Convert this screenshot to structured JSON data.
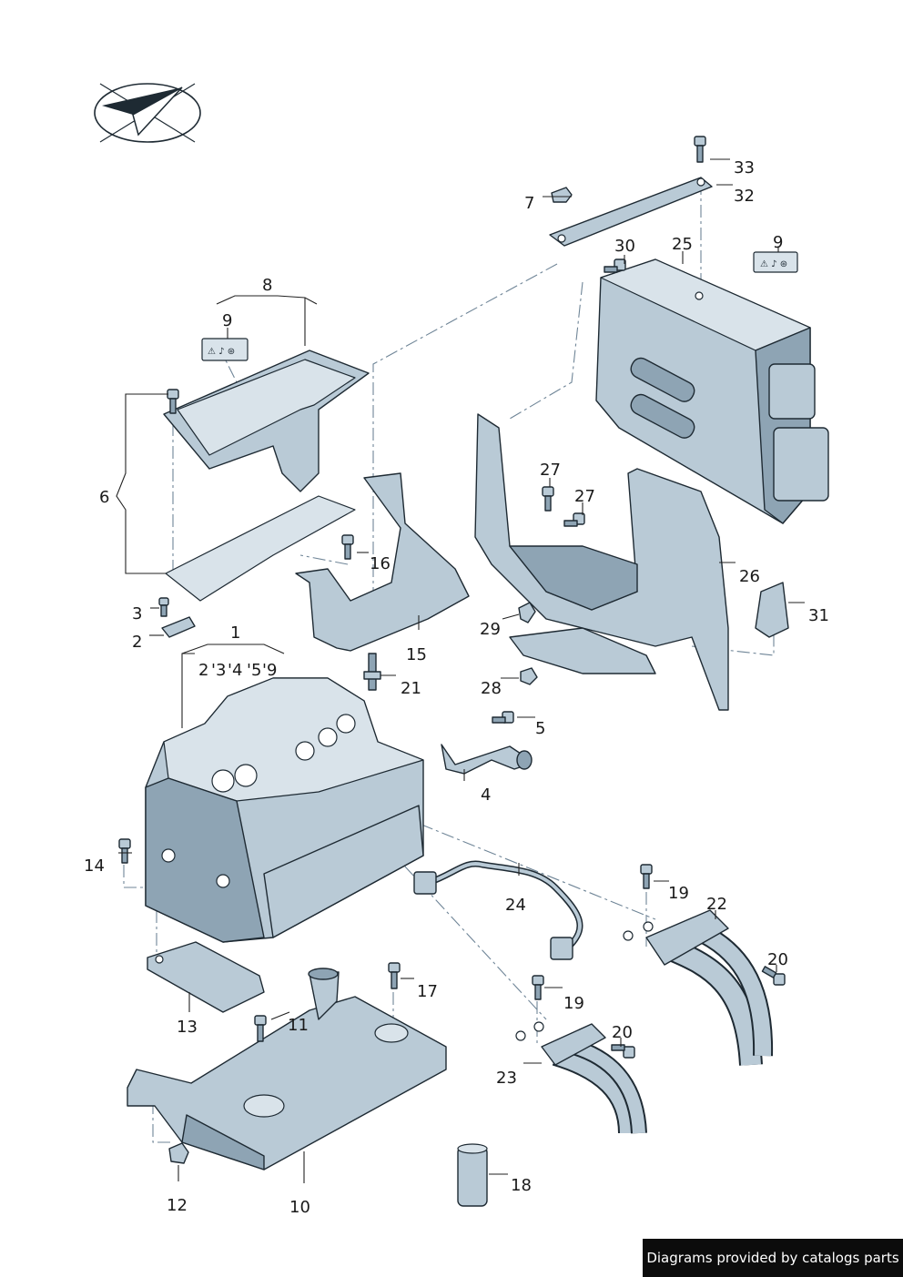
{
  "footer_text": "Diagrams provided by catalogs parts",
  "orientation_icon": "direction-arrow-icon",
  "callouts": {
    "c1": "1",
    "c2a": "2",
    "c2b": "2",
    "c3a": "3",
    "c3b": "'3",
    "c4a": "'4",
    "c4b": "4",
    "c5a": "'5",
    "c5b": "5",
    "c6": "6",
    "c7": "7",
    "c8": "8",
    "c9a": "9",
    "c9b": "'9",
    "c9c": "9",
    "c10": "10",
    "c11": "11",
    "c12": "12",
    "c13": "13",
    "c14": "14",
    "c15": "15",
    "c16": "16",
    "c17": "17",
    "c18": "18",
    "c19a": "19",
    "c19b": "19",
    "c20a": "20",
    "c20b": "20",
    "c21": "21",
    "c22": "22",
    "c23": "23",
    "c24": "24",
    "c25": "25",
    "c26": "26",
    "c27a": "27",
    "c27b": "27",
    "c28": "28",
    "c29": "29",
    "c30": "30",
    "c31": "31",
    "c32": "32",
    "c33": "33"
  }
}
